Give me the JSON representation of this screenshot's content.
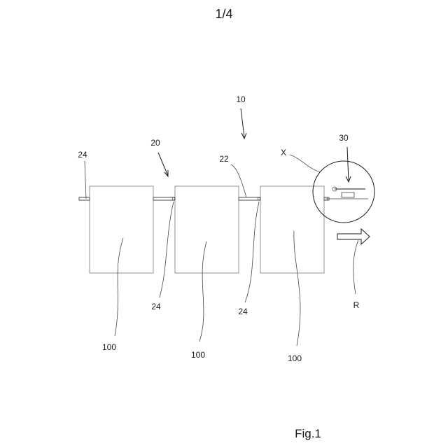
{
  "sheet": {
    "number": "1/4"
  },
  "figure": {
    "caption": "Fig.1"
  },
  "labels": {
    "assembly": "10",
    "chain": "20",
    "connector": "22",
    "link_left": "24",
    "link_mid1": "24",
    "link_mid2": "24",
    "detail": "30",
    "detail_marker": "X",
    "direction": "R",
    "container_1": "100",
    "container_2": "100",
    "container_3": "100"
  }
}
